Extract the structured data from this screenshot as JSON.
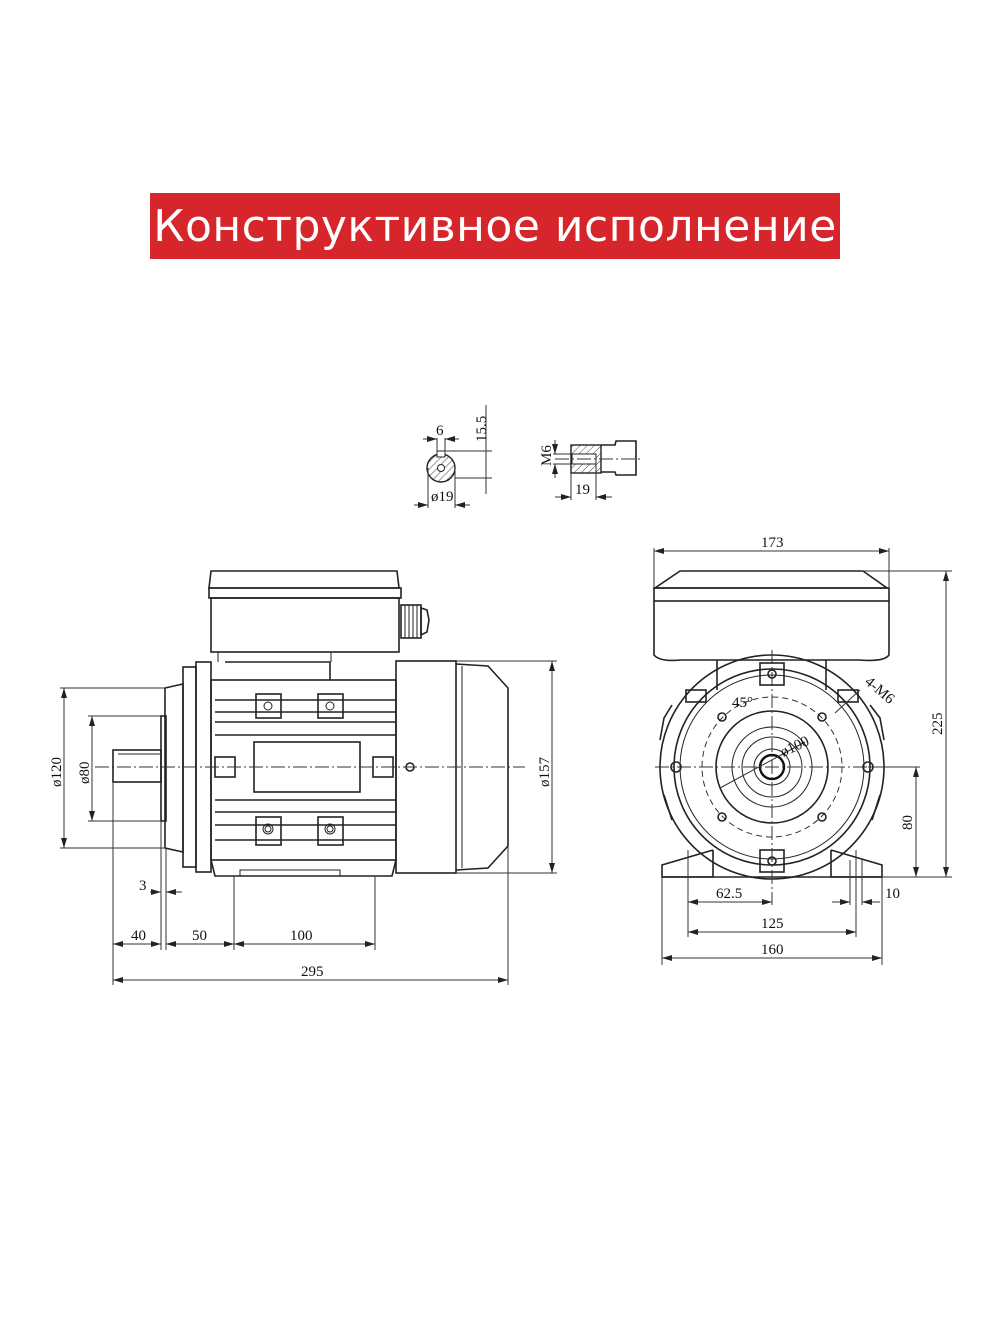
{
  "title": "Конструктивное исполнение",
  "colors": {
    "banner": "#d7262b",
    "banner_text": "#ffffff",
    "lines": "#222222"
  },
  "shaft_detail": {
    "key_width": "6",
    "key_height": "15.5",
    "shaft_diameter": "ø19",
    "thread": "M6",
    "thread_depth": "19"
  },
  "side_view": {
    "flange_outer_diameter": "ø120",
    "spigot_diameter": "ø80",
    "body_diameter": "ø157",
    "spigot_offset": "3",
    "shaft_length": "40",
    "flange_to_foot_hole": "50",
    "foot_hole_spacing": "100",
    "overall_length": "295"
  },
  "front_view": {
    "terminal_box_width": "173",
    "overall_height": "225",
    "angle": "45°",
    "bolt_holes": "4-M6",
    "pcd": "ø100",
    "shaft_height": "80",
    "half_foot_spacing": "62.5",
    "foot_hole_diameter": "10",
    "foot_hole_spacing": "125",
    "foot_width": "160"
  }
}
